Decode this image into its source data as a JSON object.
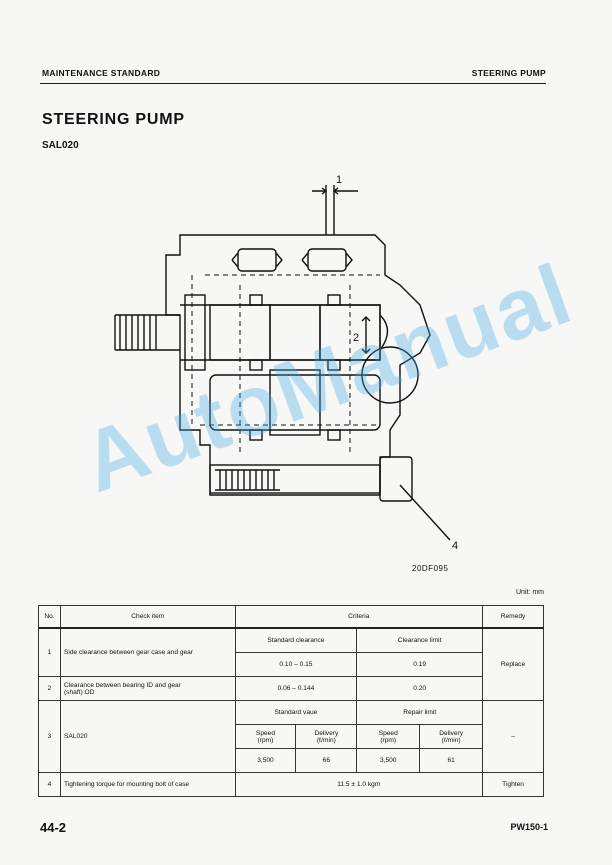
{
  "header": {
    "section": "MAINTENANCE STANDARD",
    "topic": "STEERING PUMP"
  },
  "title": "STEERING PUMP",
  "model": "SAL020",
  "drawing": {
    "callouts": [
      "1",
      "2",
      "4"
    ],
    "figure_code": "20DF095"
  },
  "unit_note": "Unit: mm",
  "table": {
    "headers": {
      "no": "No.",
      "check_item": "Check item",
      "criteria": "Criteria",
      "remedy": "Remedy"
    },
    "rows": [
      {
        "no": "1",
        "item": "Side clearance between gear case and gear",
        "std_label": "Standard clearance",
        "limit_label": "Clearance limit",
        "std": "0.10 – 0.15",
        "limit": "0.19",
        "remedy": "Replace"
      },
      {
        "no": "2",
        "item_line1": "Clearance between bearing ID and gear",
        "item_line2": "(shaft) OD",
        "std": "0.06 – 0.144",
        "limit": "0.20"
      },
      {
        "no": "3",
        "item": "SAL020",
        "std_label": "Standard vaue",
        "limit_label": "Repair limit",
        "speed_label": "Speed",
        "speed_unit": "(rpm)",
        "delivery_label": "Delivery",
        "delivery_unit": "(ℓ/min)",
        "std_speed": "3,500",
        "std_delivery": "66",
        "limit_speed": "3,500",
        "limit_delivery": "61",
        "remedy": "–"
      },
      {
        "no": "4",
        "item": "Tightening torque for mounting bolt of case",
        "value": "11.5 ± 1.0 kgm",
        "remedy": "Tighten"
      }
    ]
  },
  "footer": {
    "page": "44-2",
    "model": "PW150-1"
  },
  "watermark": "AutoManual"
}
